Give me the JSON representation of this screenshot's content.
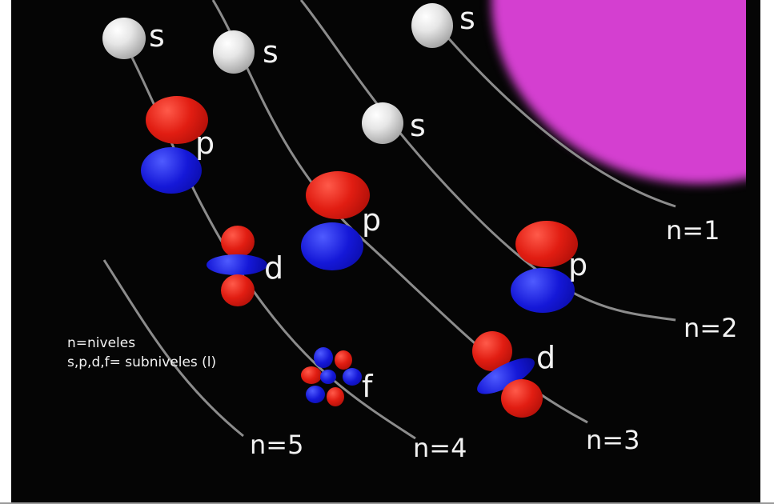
{
  "orbital_labels": {
    "s": "s",
    "p": "p",
    "d": "d",
    "f": "f"
  },
  "levels": {
    "n1": "n=1",
    "n2": "n=2",
    "n3": "n=3",
    "n4": "n=4",
    "n5": "n=5"
  },
  "legend": {
    "line1": "n=niveles",
    "line2": "s,p,d,f= subniveles (l)"
  },
  "colors": {
    "background": "#050505",
    "nucleus": "#d43fd0",
    "lobe_positive": "#e11d12",
    "lobe_negative": "#1518d8",
    "s_orbital": "#e6e6e6",
    "orbit_line": "#8c8c8c",
    "text": "#f2f2f2"
  }
}
